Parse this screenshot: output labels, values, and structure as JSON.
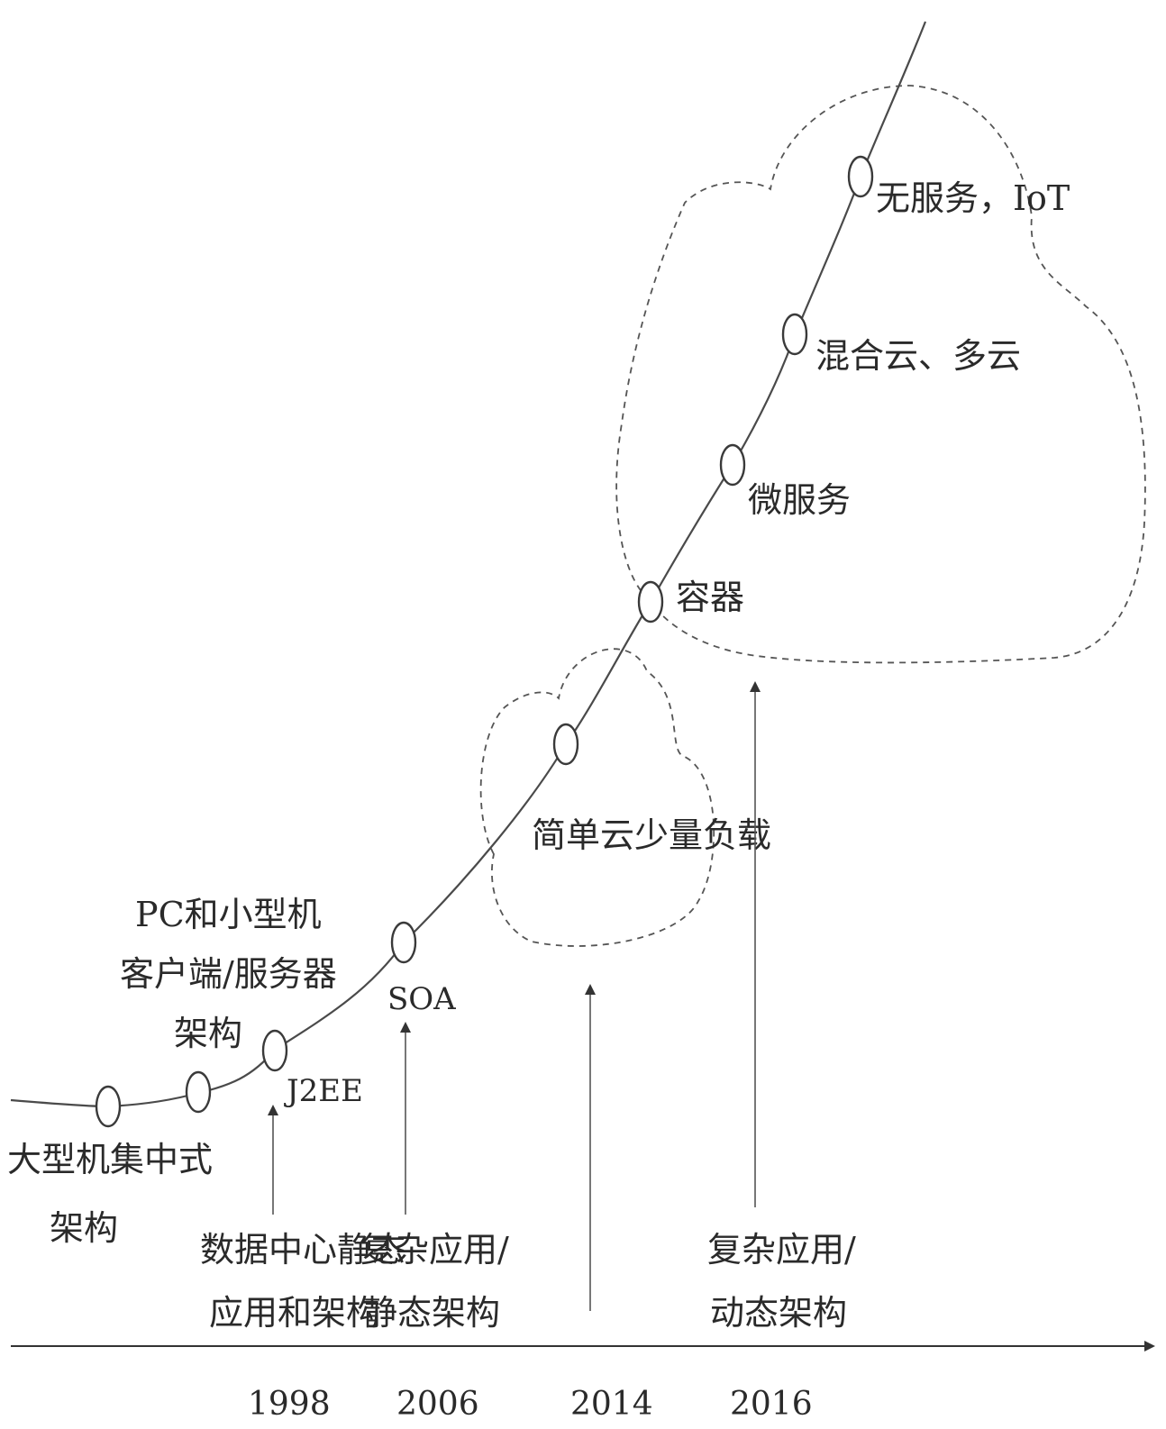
{
  "nodes": [
    {
      "id": "mainframe",
      "label_lines": [
        "大型机集中式",
        "架构"
      ]
    },
    {
      "id": "pc",
      "label_lines": [
        "PC和小型机",
        "客户端/服务器",
        "架构"
      ]
    },
    {
      "id": "j2ee",
      "label_lines": [
        "J2EE"
      ]
    },
    {
      "id": "soa",
      "label_lines": [
        "SOA"
      ]
    },
    {
      "id": "simple-cloud",
      "label_lines": [
        "简单云少量负载"
      ]
    },
    {
      "id": "container",
      "label_lines": [
        "容器"
      ]
    },
    {
      "id": "microservice",
      "label_lines": [
        "微服务"
      ]
    },
    {
      "id": "hybrid-cloud",
      "label_lines": [
        "混合云、多云"
      ]
    },
    {
      "id": "serverless",
      "label_lines": [
        "无服务，IoT"
      ]
    }
  ],
  "drivers": [
    {
      "year": "1998",
      "label_lines": [
        "数据中心静态",
        "应用和架构"
      ]
    },
    {
      "year": "2006",
      "label_lines": [
        "复杂应用/",
        "静态架构"
      ]
    },
    {
      "year": "2014",
      "label_lines": []
    },
    {
      "year": "2016",
      "label_lines": [
        "复杂应用/",
        "动态架构"
      ]
    }
  ]
}
